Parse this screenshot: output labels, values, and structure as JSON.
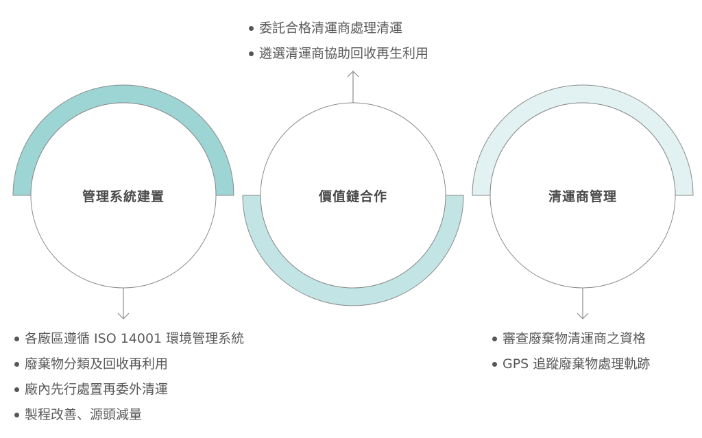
{
  "colors": {
    "band_1": "#9dd5d5",
    "band_2": "#c2e4e4",
    "band_3": "#e2f2f2",
    "stroke": "#8a8a8a"
  },
  "stages": [
    {
      "title": "管理系統建置",
      "items": [
        "各廠區遵循 ISO 14001 環境管理系統",
        "廢棄物分類及回收再利用",
        "廠內先行處置再委外清運",
        "製程改善、源頭減量"
      ]
    },
    {
      "title": "價值鏈合作",
      "items": [
        "委託合格清運商處理清運",
        "遴選清運商協助回收再生利用"
      ]
    },
    {
      "title": "清運商管理",
      "items": [
        "審查廢棄物清運商之資格",
        "GPS 追蹤廢棄物處理軌跡"
      ]
    }
  ]
}
